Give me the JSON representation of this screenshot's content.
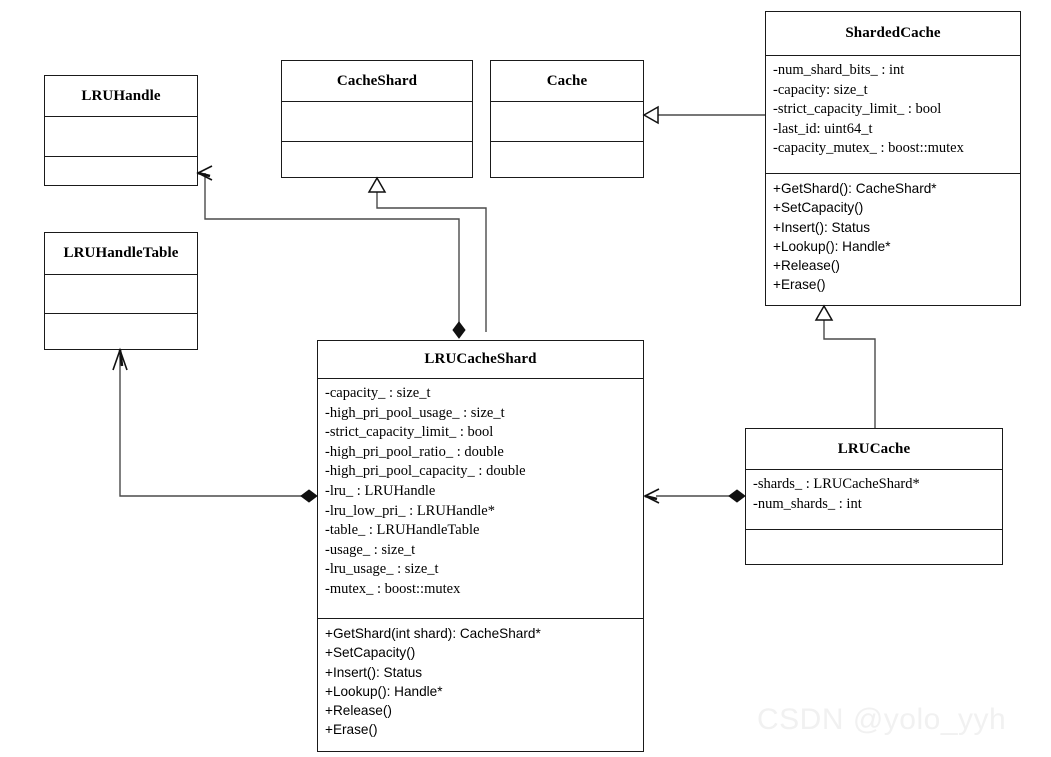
{
  "diagram": {
    "title": "RocksDB LRU Cache UML class diagram",
    "watermark": "CSDN @yolo_yyh",
    "line_color": "#1a1a1a",
    "background": "#ffffff"
  },
  "classes": {
    "lru_handle": {
      "name": "LRUHandle",
      "attributes": [],
      "methods": []
    },
    "lru_handle_table": {
      "name": "LRUHandleTable",
      "attributes": [],
      "methods": []
    },
    "cache_shard": {
      "name": "CacheShard",
      "attributes": [],
      "methods": []
    },
    "cache": {
      "name": "Cache",
      "attributes": [],
      "methods": []
    },
    "sharded_cache": {
      "name": "ShardedCache",
      "attributes": [
        "-num_shard_bits_ : int",
        "-capacity: size_t",
        "-strict_capacity_limit_ : bool",
        "-last_id: uint64_t",
        "-capacity_mutex_ : boost::mutex"
      ],
      "methods": [
        "+GetShard(): CacheShard*",
        "+SetCapacity()",
        "+Insert(): Status",
        "+Lookup(): Handle*",
        "+Release()",
        "+Erase()"
      ]
    },
    "lru_cache_shard": {
      "name": "LRUCacheShard",
      "attributes": [
        "-capacity_ : size_t",
        "-high_pri_pool_usage_ : size_t",
        "-strict_capacity_limit_ : bool",
        "-high_pri_pool_ratio_ : double",
        "-high_pri_pool_capacity_ : double",
        "-lru_ : LRUHandle",
        "-lru_low_pri_ : LRUHandle*",
        "-table_ : LRUHandleTable",
        "-usage_ : size_t",
        "-lru_usage_ : size_t",
        "-mutex_ : boost::mutex"
      ],
      "methods": [
        "+GetShard(int shard): CacheShard*",
        "+SetCapacity()",
        "+Insert(): Status",
        "+Lookup(): Handle*",
        "+Release()",
        "+Erase()"
      ]
    },
    "lru_cache": {
      "name": "LRUCache",
      "attributes": [
        "-shards_ : LRUCacheShard*",
        "-num_shards_ : int"
      ],
      "methods": []
    }
  },
  "relationships": [
    {
      "name": "lrucacheshard-inherits-cacheshard",
      "type": "generalization",
      "from": "LRUCacheShard",
      "to": "CacheShard",
      "marker": "hollow-triangle"
    },
    {
      "name": "shardedcache-inherits-cache",
      "type": "generalization",
      "from": "ShardedCache",
      "to": "Cache",
      "marker": "hollow-triangle"
    },
    {
      "name": "lrucache-inherits-shardedcache",
      "type": "generalization",
      "from": "LRUCache",
      "to": "ShardedCache",
      "marker": "hollow-triangle"
    },
    {
      "name": "lrucacheshard-composes-lruhandle",
      "type": "composition",
      "from": "LRUCacheShard",
      "to": "LRUHandle",
      "marker": "filled-diamond"
    },
    {
      "name": "lrucacheshard-composes-lruhandletable",
      "type": "composition",
      "from": "LRUCacheShard",
      "to": "LRUHandleTable",
      "marker": "filled-diamond"
    },
    {
      "name": "lrucache-composes-lrucacheshard",
      "type": "composition",
      "from": "LRUCache",
      "to": "LRUCacheShard",
      "marker": "filled-diamond"
    }
  ]
}
